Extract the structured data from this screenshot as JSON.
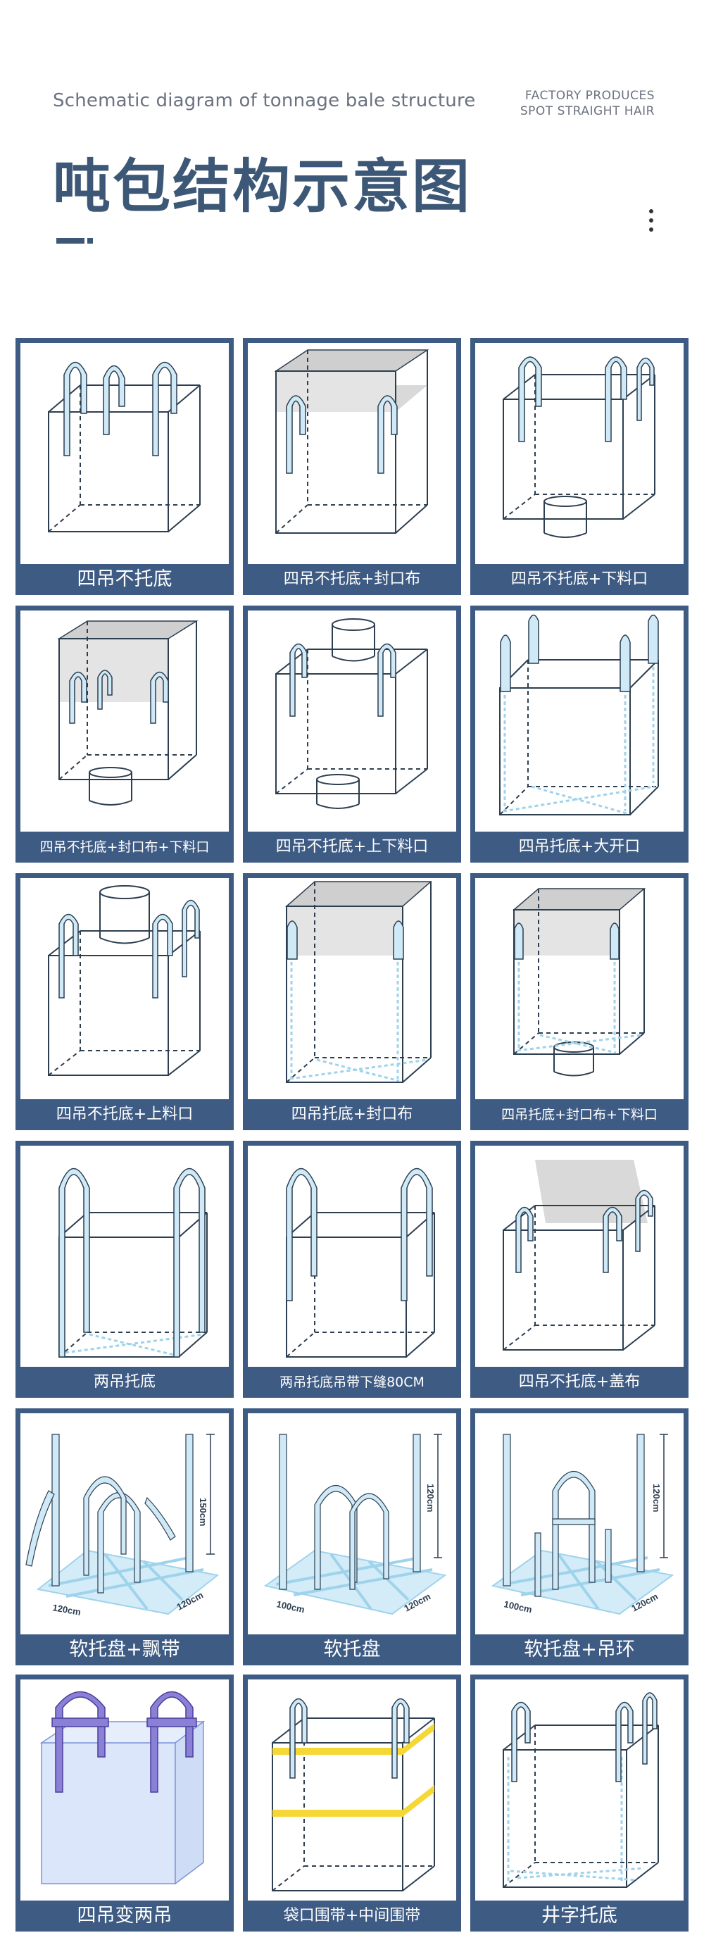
{
  "header": {
    "subtitle": "Schematic diagram of tonnage bale structure",
    "right_line1": "FACTORY PRODUCES",
    "right_line2": "SPOT STRAIGHT HAIR",
    "title": "吨包结构示意图"
  },
  "colors": {
    "card_frame": "#3e5b84",
    "loop_fill": "#cfe9f7",
    "loop_stroke": "#2c3e50",
    "top_cover": "#d9d9d9",
    "purple_loop": "#8a80d6",
    "yellow_band": "#f5d835"
  },
  "cards": [
    {
      "label": "四吊不托底"
    },
    {
      "label": "四吊不托底+封口布"
    },
    {
      "label": "四吊不托底+下料口"
    },
    {
      "label": "四吊不托底+封口布+下料口"
    },
    {
      "label": "四吊不托底+上下料口"
    },
    {
      "label": "四吊托底+大开口"
    },
    {
      "label": "四吊不托底+上料口"
    },
    {
      "label": "四吊托底+封口布"
    },
    {
      "label": "四吊托底+封口布+下料口"
    },
    {
      "label": "两吊托底"
    },
    {
      "label": "两吊托底吊带下缝80CM"
    },
    {
      "label": "四吊不托底+盖布"
    },
    {
      "label": "软托盘+飘带",
      "dims": [
        "150cm",
        "120cm",
        "120cm"
      ]
    },
    {
      "label": "软托盘",
      "dims": [
        "120cm",
        "100cm",
        "120cm"
      ]
    },
    {
      "label": "软托盘+吊环",
      "dims": [
        "120cm",
        "100cm",
        "120cm"
      ]
    },
    {
      "label": "四吊变两吊"
    },
    {
      "label": "袋口围带+中间围带"
    },
    {
      "label": "井字托底"
    }
  ]
}
